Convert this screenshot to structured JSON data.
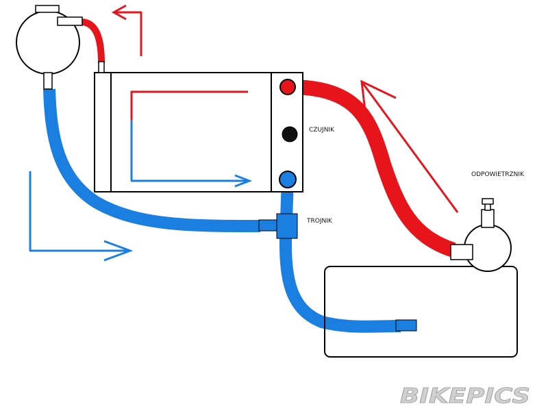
{
  "labels": {
    "sensor": "CZUJNIK",
    "tee": "TROJNIK",
    "bleeder": "ODPOWIETRZNIK"
  },
  "watermark": {
    "text": "BIKEPICS"
  },
  "colors": {
    "hot": "#e8141c",
    "cold": "#1a7fe0",
    "outline": "#000000",
    "watermark": "#d0d0d0",
    "background": "#ffffff"
  }
}
